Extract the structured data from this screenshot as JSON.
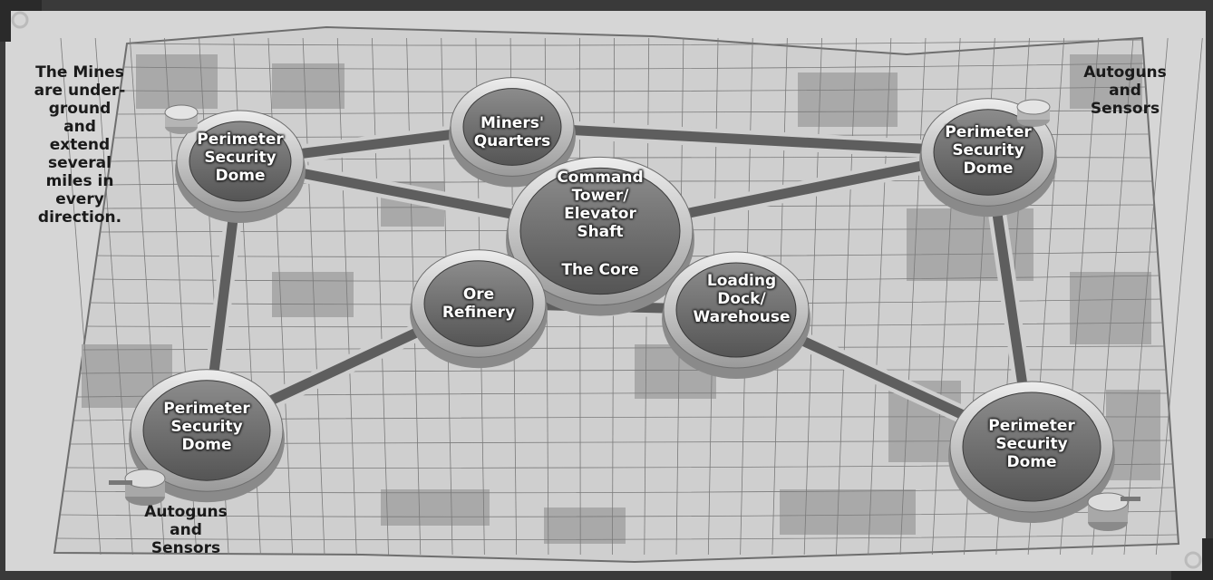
{
  "nodes": [
    {
      "id": "miners-quarters",
      "label": "Miners'\nQuarters"
    },
    {
      "id": "command-tower",
      "label": "Command\nTower/\nElevator\nShaft"
    },
    {
      "id": "the-core",
      "label": "The Core"
    },
    {
      "id": "perimeter-nw",
      "label": "Perimeter\nSecurity\nDome"
    },
    {
      "id": "perimeter-ne",
      "label": "Perimeter\nSecurity\nDome"
    },
    {
      "id": "perimeter-sw",
      "label": "Perimeter\nSecurity\nDome"
    },
    {
      "id": "perimeter-se",
      "label": "Perimeter\nSecurity\nDome"
    },
    {
      "id": "ore-refinery",
      "label": "Ore\nRefinery"
    },
    {
      "id": "loading-dock",
      "label": "Loading\nDock/\nWarehouse"
    }
  ],
  "edges": [
    [
      "perimeter-nw",
      "miners-quarters"
    ],
    [
      "miners-quarters",
      "perimeter-ne"
    ],
    [
      "miners-quarters",
      "command-tower"
    ],
    [
      "perimeter-nw",
      "command-tower"
    ],
    [
      "perimeter-ne",
      "command-tower"
    ],
    [
      "perimeter-nw",
      "perimeter-sw"
    ],
    [
      "perimeter-ne",
      "perimeter-se"
    ],
    [
      "perimeter-sw",
      "ore-refinery"
    ],
    [
      "ore-refinery",
      "loading-dock"
    ],
    [
      "loading-dock",
      "perimeter-se"
    ],
    [
      "command-tower",
      "ore-refinery"
    ],
    [
      "command-tower",
      "loading-dock"
    ]
  ],
  "notes": {
    "mines": "The Mines\nare under-\nground\nand\nextend\nseveral\nmiles in\nevery\ndirection.",
    "autoguns_ne": "Autoguns\nand\nSensors",
    "autoguns_sw": "Autoguns\nand\nSensors"
  },
  "colors": {
    "grid_light": "#d8d8d8",
    "grid_dark": "#a9a9a9",
    "grid_line": "#7a7a7a",
    "dome_fill": "#6b6b6b",
    "dome_ring": "#c9c9c9",
    "corridor": "#5e5e5e",
    "frame": "#3a3a3a"
  }
}
